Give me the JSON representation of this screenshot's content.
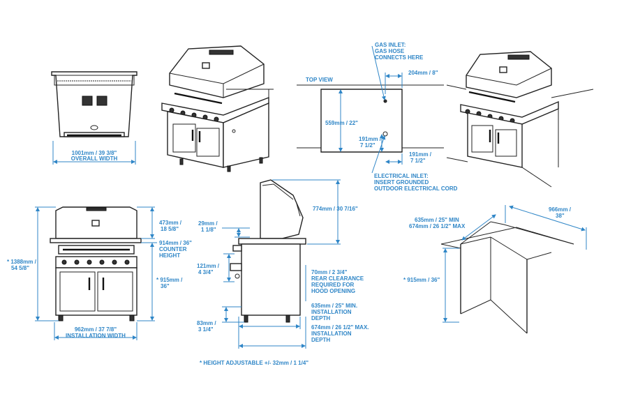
{
  "colors": {
    "dimension": "#2f86c7",
    "ink": "#222222",
    "background": "#ffffff"
  },
  "front_view": {
    "width_label_1": "1001mm / 39 3/8\"",
    "width_label_2": "OVERALL WIDTH"
  },
  "top_view": {
    "title": "TOP VIEW",
    "gas_inlet_1": "GAS INLET:",
    "gas_inlet_2": "GAS HOSE",
    "gas_inlet_3": "CONNECTS HERE",
    "gas_offset": "204mm / 8\"",
    "depth": "559mm / 22\"",
    "elec_vertical_1": "191mm /",
    "elec_vertical_2": "7 1/2\"",
    "elec_horizontal_1": "191mm /",
    "elec_horizontal_2": "7 1/2\"",
    "elec_inlet_1": "ELECTRICAL INLET:",
    "elec_inlet_2": "INSERT GROUNDED",
    "elec_inlet_3": "OUTDOOR ELECTRICAL CORD"
  },
  "install_front": {
    "total_height_1": "* 1388mm /",
    "total_height_2": "54 5/8\"",
    "hood_height_1": "473mm /",
    "hood_height_2": "18 5/8\"",
    "counter_1": "914mm / 36\"",
    "counter_2": "COUNTER",
    "counter_3": "HEIGHT",
    "cabinet_1": "* 915mm /",
    "cabinet_2": "36\"",
    "width_1": "962mm / 37 7/8\"",
    "width_2": "INSTALLATION WIDTH"
  },
  "side_view": {
    "lip_1": "29mm /",
    "lip_2": "1 1/8\"",
    "knob_1": "121mm /",
    "knob_2": "4 3/4\"",
    "base_1": "83mm /",
    "base_2": "3 1/4\"",
    "hood_open": "774mm / 30 7/16\"",
    "rear_1": "70mm / 2 3/4\"",
    "rear_2": "REAR CLEARANCE",
    "rear_3": "REQUIRED FOR",
    "rear_4": "HOOD OPENING",
    "min_depth_1": "635mm / 25\" MIN.",
    "min_depth_2": "INSTALLATION",
    "min_depth_3": "DEPTH",
    "max_depth_1": "674mm / 26 1/2\" MAX.",
    "max_depth_2": "INSTALLATION",
    "max_depth_3": "DEPTH",
    "footnote": "* HEIGHT ADJUSTABLE +/- 32mm / 1 1/4\""
  },
  "cutout": {
    "width_1": "966mm /",
    "width_2": "38\"",
    "depth_1": "635mm / 25\" MIN",
    "depth_2": "674mm / 26 1/2\" MAX",
    "height": "* 915mm / 36\""
  }
}
